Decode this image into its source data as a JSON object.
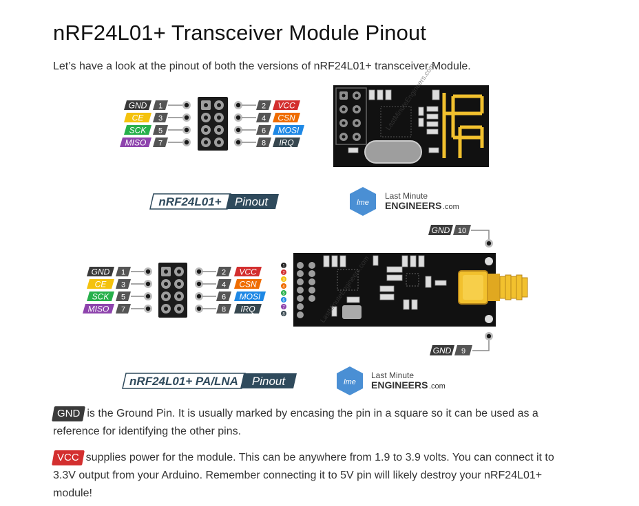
{
  "page": {
    "title": "nRF24L01+ Transceiver Module Pinout",
    "intro": "Let’s have a look at the pinout of both the versions of nRF24L01+ transceiver Module."
  },
  "colors": {
    "gnd": "#3a3a3a",
    "vcc": "#d32f2f",
    "ce": "#f4c20d",
    "csn": "#ef6c00",
    "sck": "#27b04b",
    "mosi": "#1e88e5",
    "miso": "#8e44ad",
    "irq": "#37474f",
    "pcb": "#111111",
    "antenna": "#f2c12e"
  },
  "diagram1": {
    "left_pins": [
      {
        "label": "GND",
        "num": "1"
      },
      {
        "label": "CE",
        "num": "3"
      },
      {
        "label": "SCK",
        "num": "5"
      },
      {
        "label": "MISO",
        "num": "7"
      }
    ],
    "right_pins": [
      {
        "label": "VCC",
        "num": "2"
      },
      {
        "label": "CSN",
        "num": "4"
      },
      {
        "label": "MOSI",
        "num": "6"
      },
      {
        "label": "IRQ",
        "num": "8"
      }
    ],
    "caption_a": "nRF24L01+",
    "caption_b": "Pinout"
  },
  "diagram2": {
    "left_pins": [
      {
        "label": "GND",
        "num": "1"
      },
      {
        "label": "CE",
        "num": "3"
      },
      {
        "label": "SCK",
        "num": "5"
      },
      {
        "label": "MISO",
        "num": "7"
      }
    ],
    "right_pins": [
      {
        "label": "VCC",
        "num": "2"
      },
      {
        "label": "CSN",
        "num": "4"
      },
      {
        "label": "MOSI",
        "num": "6"
      },
      {
        "label": "IRQ",
        "num": "8"
      }
    ],
    "side_numbers": [
      "1",
      "2",
      "3",
      "4",
      "5",
      "6",
      "7",
      "8"
    ],
    "gnd_top": {
      "label": "GND",
      "num": "10"
    },
    "gnd_bottom": {
      "label": "GND",
      "num": "9"
    },
    "caption_a": "nRF24L01+ PA/LNA",
    "caption_b": "Pinout"
  },
  "logo": {
    "mark": "lme",
    "line1": "Last Minute",
    "line2": "ENGINEERS",
    "suffix": ".com",
    "watermark": "LastMinuteEngineers.com"
  },
  "para_gnd": {
    "tag": "GND",
    "text": "is the Ground Pin. It is usually marked by encasing the pin in a square so it can be used as a reference for identifying the other pins."
  },
  "para_vcc": {
    "tag": "VCC",
    "text": "supplies power for the module. This can be anywhere from 1.9 to 3.9 volts. You can connect it to 3.3V output from your Arduino. Remember connecting it to 5V pin will likely destroy your nRF24L01+ module!"
  }
}
